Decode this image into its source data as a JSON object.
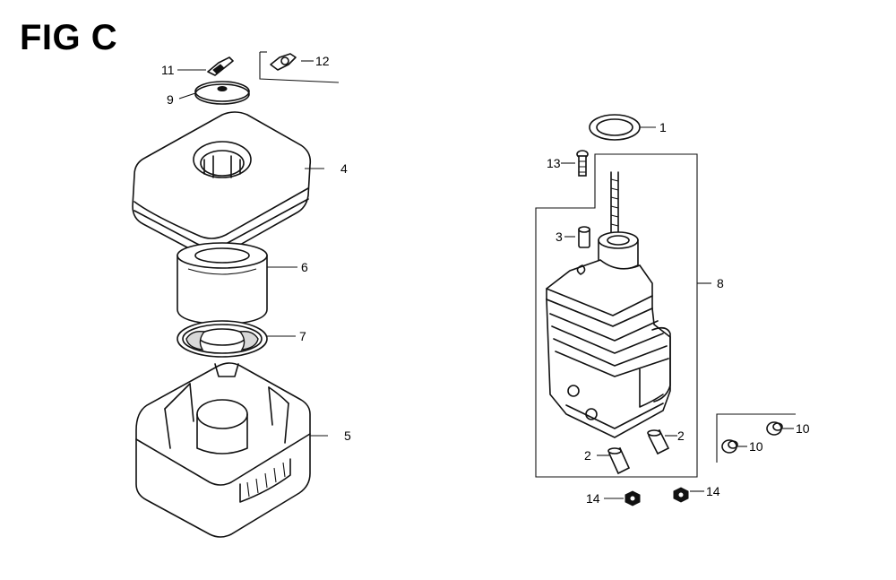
{
  "figure": {
    "title": "FIG C"
  },
  "labels": {
    "p1": "1",
    "p2a": "2",
    "p2b": "2",
    "p3": "3",
    "p4": "4",
    "p5": "5",
    "p6": "6",
    "p7": "7",
    "p8": "8",
    "p9": "9",
    "p10a": "10",
    "p10b": "10",
    "p11": "11",
    "p12": "12",
    "p13": "13",
    "p14a": "14",
    "p14b": "14"
  }
}
